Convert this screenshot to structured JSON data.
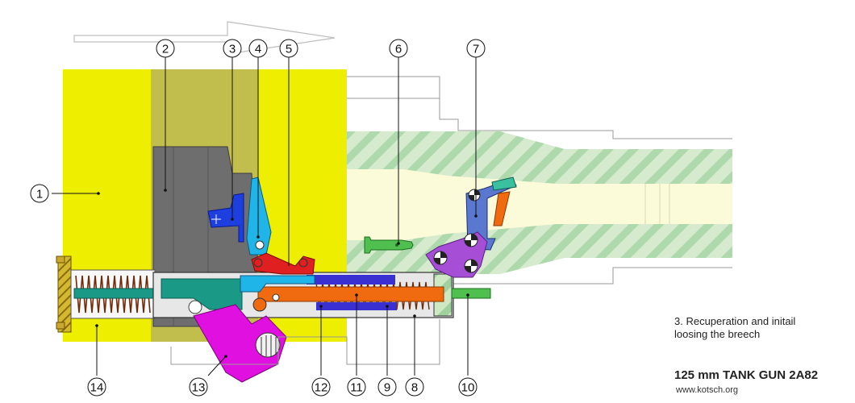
{
  "callouts": [
    "1",
    "2",
    "3",
    "4",
    "5",
    "6",
    "7",
    "8",
    "9",
    "10",
    "11",
    "12",
    "13",
    "14"
  ],
  "caption": "3. Recuperation and initail\nloosing the breech",
  "title": "125 mm TANK GUN 2A82",
  "website": "www.kotsch.org",
  "colors": {
    "breech_block_yellow": "#eeee00",
    "breech_inner_olive": "#c2be4e",
    "wedge_gray": "#6e6e6e",
    "barrel_green_hatch": "#9fd29f",
    "bore_cream": "#fbfbd9",
    "cocking_magenta": "#e010e0",
    "lever_blue": "#1e3fe0",
    "lever_cyan": "#1fb5e8",
    "slide_red": "#e02020",
    "rod_orange": "#f06a10",
    "rod_teal": "#1a9a86",
    "cartridge_green": "#4fbf4f",
    "extractor_purple": "#9b59d6",
    "extractor_slate_blue": "#5a78d0"
  }
}
